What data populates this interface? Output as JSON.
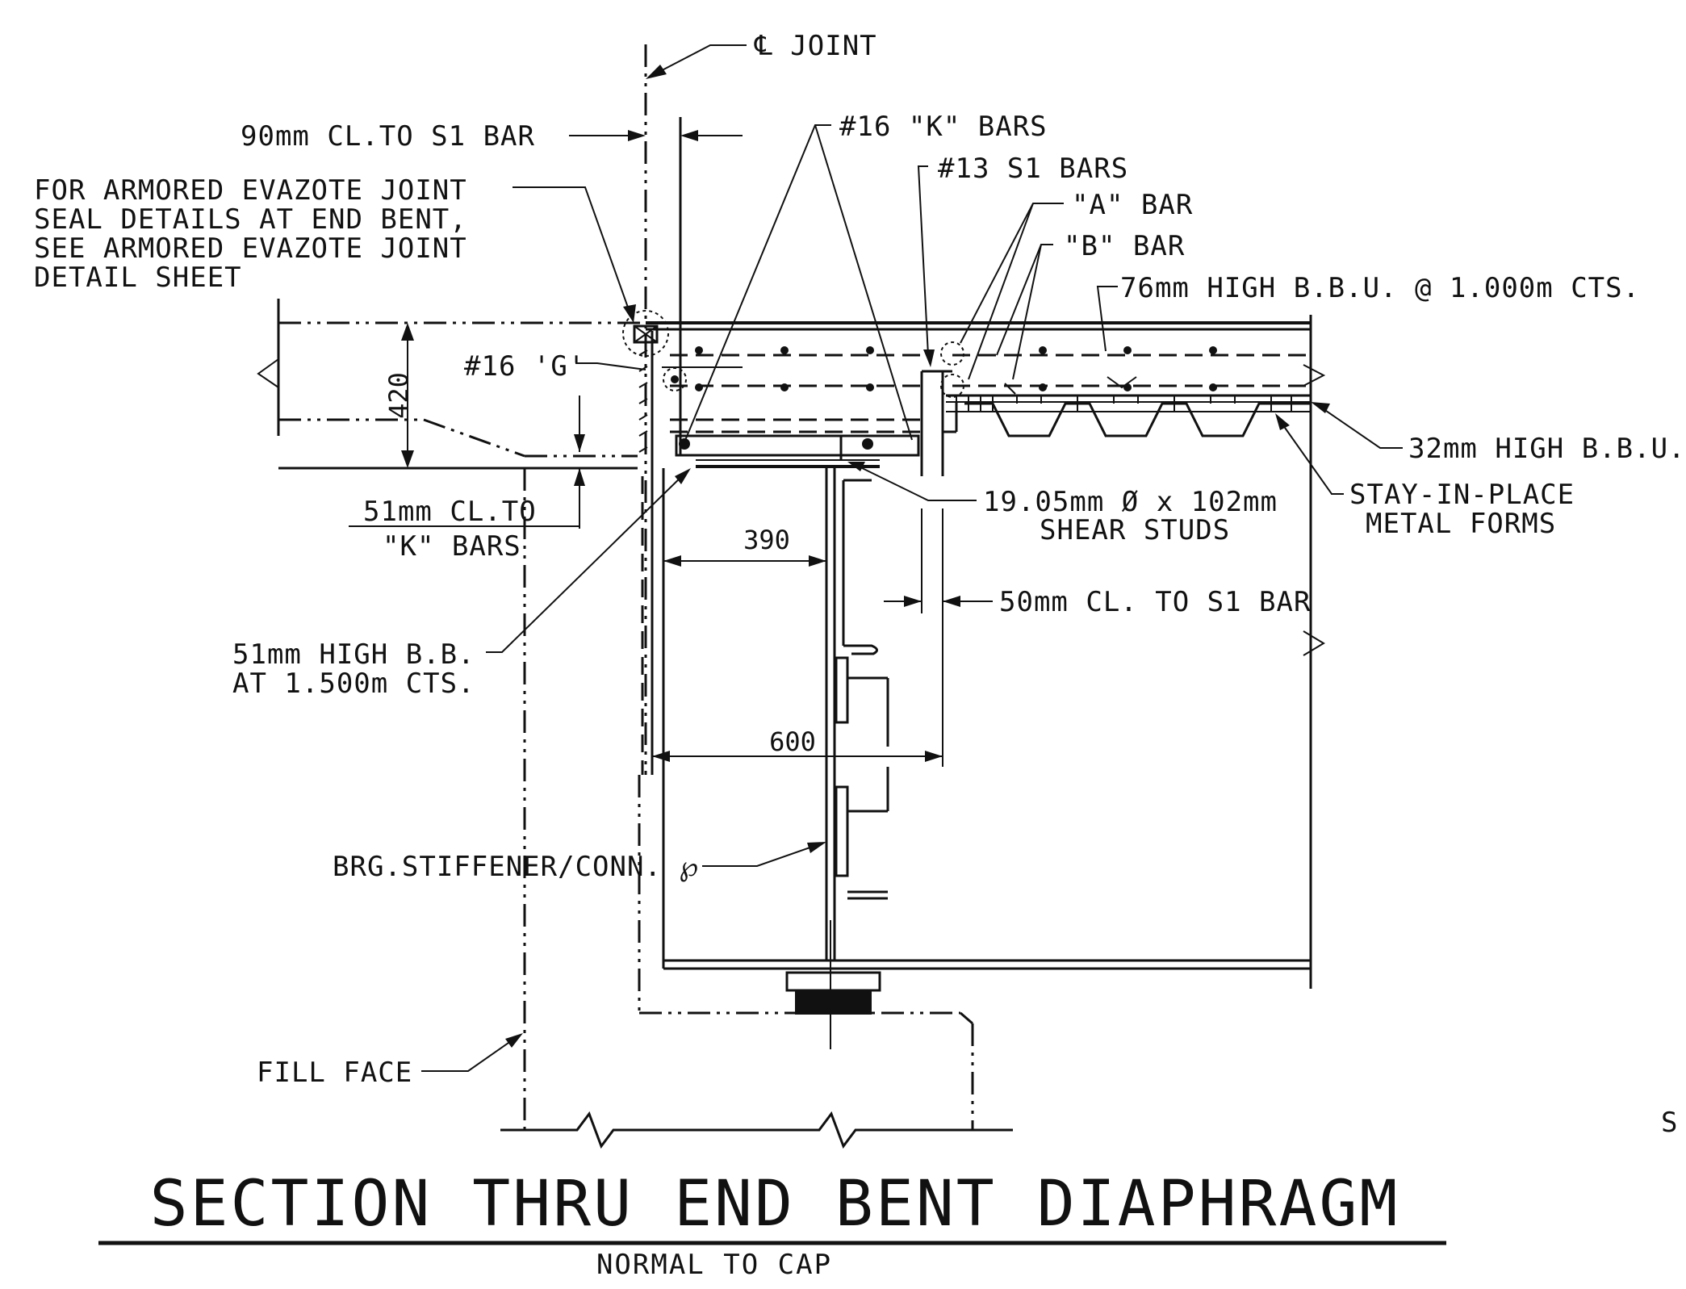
{
  "drawing": {
    "title": "SECTION THRU END BENT DIAPHRAGM",
    "subtitle": "NORMAL TO CAP",
    "edge_fragment": "S"
  },
  "labels": {
    "cl_joint": "℄ JOINT",
    "cl_to_s1_90": "90mm CL.TO S1 BAR",
    "k_bars": "#16 \"K\" BARS",
    "s1_bars": "#13 S1 BARS",
    "a_bar": "\"A\" BAR",
    "b_bar": "\"B\" BAR",
    "bbu_76": "76mm HIGH B.B.U. @ 1.000m CTS.",
    "joint_seal": [
      "FOR ARMORED EVAZOTE JOINT",
      "SEAL DETAILS AT END BENT,",
      "SEE ARMORED EVAZOTE JOINT",
      "DETAIL SHEET"
    ],
    "g_bar": "#16 'G'",
    "bbu_32": "32mm HIGH B.B.U.",
    "shear_studs": [
      "19.05mm Ø x 102mm",
      "SHEAR STUDS"
    ],
    "metal_forms": [
      "STAY-IN-PLACE",
      "METAL FORMS"
    ],
    "cl_to_k": [
      "51mm CL.TO",
      "\"K\" BARS"
    ],
    "cl_to_s1_50": "50mm CL. TO S1 BAR",
    "bb_51": [
      "51mm HIGH B.B.",
      "AT 1.500m CTS."
    ],
    "stiffener": "BRG.STIFFENER/CONN. ℘",
    "fill_face": "FILL FACE"
  },
  "dimensions": {
    "depth": "420",
    "d390": "390",
    "d600": "600"
  }
}
